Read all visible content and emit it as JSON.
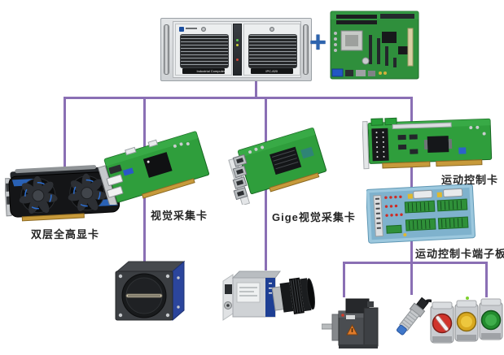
{
  "colors": {
    "line": "#8a6fb4",
    "plus": "#2e64ae",
    "label": "#262626"
  },
  "pc": {
    "left_badge": "Industrial Computer",
    "right_badge": "IPC-820"
  },
  "plus_sign": "+",
  "labels": {
    "gpu": "双层全高显卡",
    "vision_card": "视觉采集卡",
    "gige_card": "Gige视觉采集卡",
    "motion_card": "运动控制卡",
    "terminal_board": "运动控制卡端子板"
  }
}
